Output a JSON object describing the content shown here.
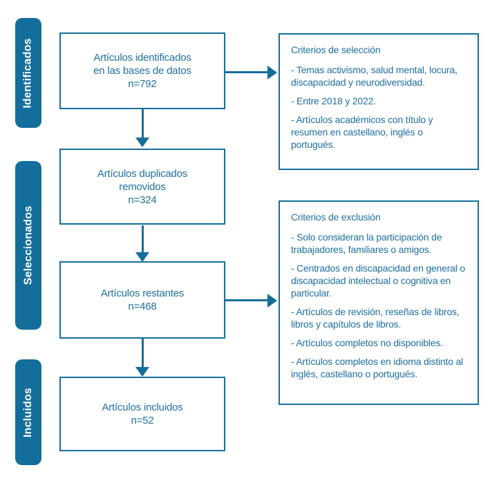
{
  "colors": {
    "teal": "#146e9b",
    "text": "#1f6f9e"
  },
  "stages": [
    {
      "label": "Identificados"
    },
    {
      "label": "Seleccionados"
    },
    {
      "label": "Incluidos"
    }
  ],
  "boxes": [
    {
      "lines": [
        "Artículos identificados",
        "en las bases de datos",
        "n=792"
      ]
    },
    {
      "lines": [
        "Artículos duplicados",
        "removidos",
        "n=324"
      ]
    },
    {
      "lines": [
        "Artículos restantes",
        "n=468"
      ]
    },
    {
      "lines": [
        "Artículos incluidos",
        "n=52"
      ]
    }
  ],
  "criteria": [
    {
      "title": "Criterios de selección",
      "items": [
        "- Temas activismo, salud mental, locura, discapacidad y neurodiversidad.",
        "- Entre 2018 y 2022.",
        "- Artículos académicos con título y resumen en castellano, inglés o portugués."
      ]
    },
    {
      "title": "Criterios de exclusión",
      "items": [
        "- Solo consideran la participación de trabajadores, familiares o amigos.",
        "- Centrados en discapacidad en general o discapacidad intelectual o cognitiva en particular.",
        "- Artículos de revisión, reseñas de libros, libros y capítulos de libros.",
        "- Artículos completos no disponibles.",
        "- Artículos completos en idioma distinto al inglés, castellano o portugués."
      ]
    }
  ]
}
